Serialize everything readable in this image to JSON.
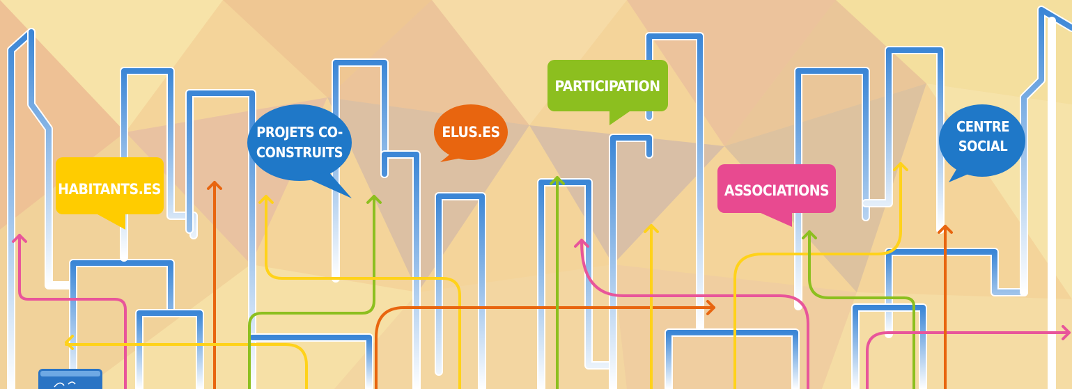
{
  "bubbles": [
    {
      "id": "habitants",
      "lines": [
        "HABITANTS.ES"
      ],
      "color": "#ffcc00"
    },
    {
      "id": "projets",
      "lines": [
        "PROJETS CO-",
        "CONSTRUITS"
      ],
      "color": "#1f78c8"
    },
    {
      "id": "elus",
      "lines": [
        "ELUS.ES"
      ],
      "color": "#e8650f"
    },
    {
      "id": "participation",
      "lines": [
        "PARTICIPATION"
      ],
      "color": "#8cbf1f"
    },
    {
      "id": "associations",
      "lines": [
        "ASSOCIATIONS"
      ],
      "color": "#e84a90"
    },
    {
      "id": "centre",
      "lines": [
        "CENTRE",
        "SOCIAL"
      ],
      "color": "#1f78c8"
    }
  ],
  "colors": {
    "pink": "#e8559a",
    "orange": "#e8650f",
    "yellow": "#ffd21a",
    "green": "#8cbf1f",
    "blue": "#2f7ed0"
  },
  "corner_logo_icon": "centre-social-logo-icon"
}
